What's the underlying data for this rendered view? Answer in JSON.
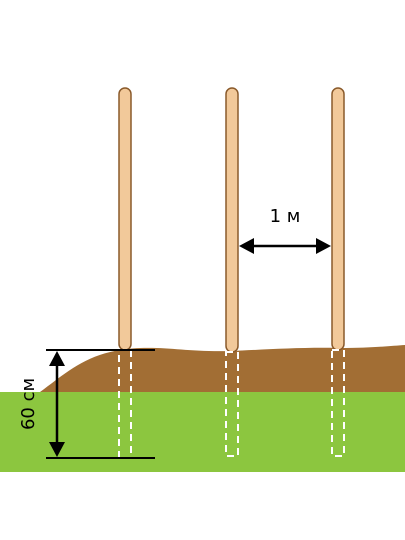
{
  "labels": {
    "spacing": "1 м",
    "depth": "60 см"
  },
  "icons": [
    "stake",
    "double-arrow"
  ],
  "colors": {
    "stake_fill": "#F2C99A",
    "stake_outline": "#8A5A2B",
    "soil": "#A26E34",
    "grass": "#8CC63F",
    "dimension_line": "#000000",
    "buried_outline": "#FFFFFF"
  }
}
